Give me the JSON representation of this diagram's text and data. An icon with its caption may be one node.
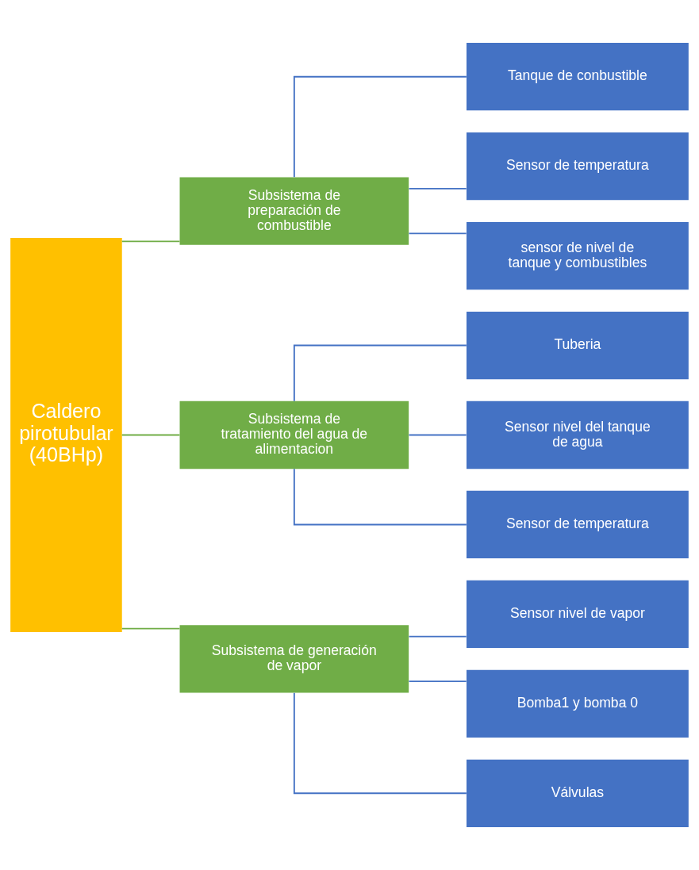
{
  "diagram": {
    "nodes": [
      {
        "text": [
          "Caldero pirotubular (40BHp)"
        ]
      },
      {
        "text": [
          "Subsistema de preparación de combustible"
        ]
      },
      {
        "text": [
          "Subsistema de tratamiento del agua de alimentacion"
        ]
      },
      {
        "text": [
          "Subsistema de generación de vapor"
        ]
      },
      {
        "text": [
          "Tanque de conbustible"
        ]
      },
      {
        "text": [
          "Sensor de temperatura"
        ]
      },
      {
        "text": [
          "sensor de nivel de tanque y combustibles"
        ]
      },
      {
        "text": [
          "Tuberia"
        ]
      },
      {
        "text": [
          "Sensor nivel del tanque de agua"
        ]
      },
      {
        "text": [
          "Sensor de temperatura"
        ]
      },
      {
        "text": [
          "Sensor nivel de vapor"
        ]
      },
      {
        "text": [
          "Bomba1 y bomba 0"
        ]
      },
      {
        "text": [
          "Válvulas"
        ]
      }
    ],
    "edges": [
      {
        "from": 0,
        "to": 1,
        "arrow": "none",
        "color": "#70ad47"
      },
      {
        "from": 0,
        "to": 2,
        "arrow": "none",
        "color": "#70ad47"
      },
      {
        "from": 0,
        "to": 3,
        "arrow": "none",
        "color": "#70ad47"
      },
      {
        "from": 1,
        "to": 4,
        "arrow": "none"
      },
      {
        "from": 1,
        "to": 5,
        "arrow": "none"
      },
      {
        "from": 1,
        "to": 6,
        "arrow": "none"
      },
      {
        "from": 2,
        "to": 7,
        "arrow": "none"
      },
      {
        "from": 2,
        "to": 8,
        "arrow": "none"
      },
      {
        "from": 2,
        "to": 9,
        "arrow": "none"
      },
      {
        "from": 3,
        "to": 10,
        "arrow": "none"
      },
      {
        "from": 3,
        "to": 11,
        "arrow": "none"
      },
      {
        "from": 3,
        "to": 12,
        "arrow": "none"
      }
    ]
  }
}
